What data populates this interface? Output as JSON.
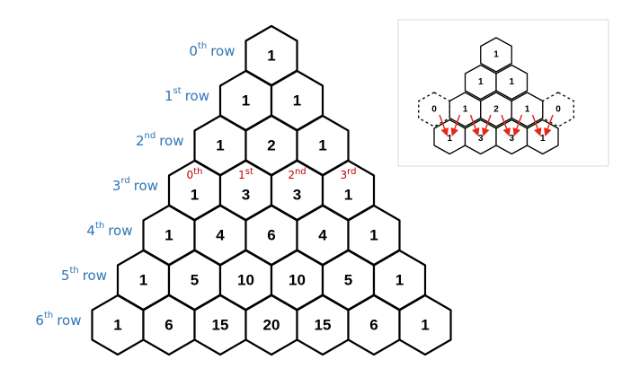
{
  "colors": {
    "row_label": "#2e75b6",
    "index_label": "#c00000",
    "arrow": "#e8261c",
    "hex_stroke": "#000000"
  },
  "rows": [
    {
      "label_base": "0",
      "label_sup": "th",
      "label_word": "row",
      "values": [
        "1"
      ]
    },
    {
      "label_base": "1",
      "label_sup": "st",
      "label_word": "row",
      "values": [
        "1",
        "1"
      ]
    },
    {
      "label_base": "2",
      "label_sup": "nd",
      "label_word": "row",
      "values": [
        "1",
        "2",
        "1"
      ]
    },
    {
      "label_base": "3",
      "label_sup": "rd",
      "label_word": "row",
      "values": [
        "1",
        "3",
        "3",
        "1"
      ]
    },
    {
      "label_base": "4",
      "label_sup": "th",
      "label_word": "row",
      "values": [
        "1",
        "4",
        "6",
        "4",
        "1"
      ]
    },
    {
      "label_base": "5",
      "label_sup": "th",
      "label_word": "row",
      "values": [
        "1",
        "5",
        "10",
        "10",
        "5",
        "1"
      ]
    },
    {
      "label_base": "6",
      "label_sup": "th",
      "label_word": "row",
      "values": [
        "1",
        "6",
        "15",
        "20",
        "15",
        "6",
        "1"
      ]
    }
  ],
  "index_labels": {
    "row": 3,
    "labels": [
      {
        "base": "0",
        "sup": "th"
      },
      {
        "base": "1",
        "sup": "st"
      },
      {
        "base": "2",
        "sup": "nd"
      },
      {
        "base": "3",
        "sup": "rd"
      }
    ]
  },
  "inset": {
    "rows": [
      [
        "1"
      ],
      [
        "1",
        "1"
      ],
      [
        "1",
        "2",
        "1"
      ],
      [
        "1",
        "3",
        "3",
        "1"
      ]
    ],
    "ghost_values": [
      "0",
      "0"
    ]
  }
}
